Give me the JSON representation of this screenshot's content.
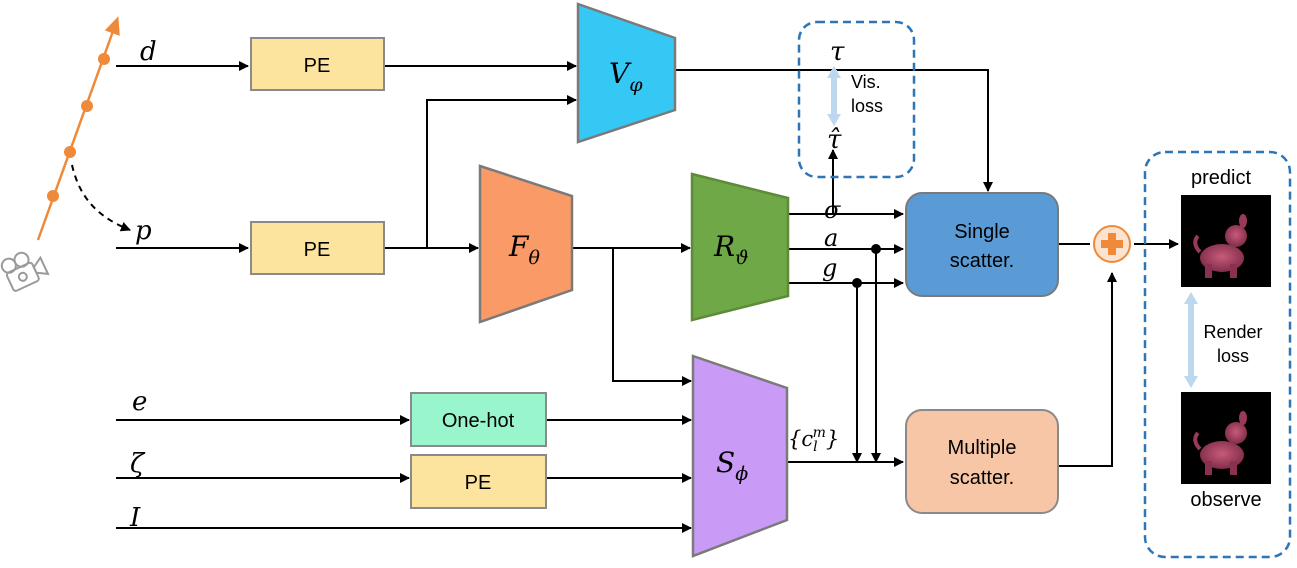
{
  "inputs": {
    "d": "d",
    "p": "p",
    "e": "e",
    "zeta": "ζ",
    "I": "I"
  },
  "blocks": {
    "pe_label": "PE",
    "onehot_label": "One-hot",
    "single_scatter_label_1": "Single",
    "single_scatter_label_2": "scatter.",
    "multiple_scatter_label_1": "Multiple",
    "multiple_scatter_label_2": "scatter."
  },
  "networks": {
    "v": {
      "main": "V",
      "sub": "φ"
    },
    "f": {
      "main": "F",
      "sub": "θ"
    },
    "r": {
      "main": "R",
      "sub": "ϑ"
    },
    "s": {
      "main": "S",
      "sub": "ϕ"
    }
  },
  "signals": {
    "tau": "τ",
    "tau_hat": "τ̂",
    "sigma": "σ",
    "a": "a",
    "g": "g",
    "coeff_open": "{c",
    "coeff_sub": "l",
    "coeff_sup": "m",
    "coeff_close": "}"
  },
  "losses": {
    "vis_1": "Vis.",
    "vis_2": "loss",
    "render_1": "Render",
    "render_2": "loss"
  },
  "outputs": {
    "predict": "predict",
    "observe": "observe"
  },
  "colors": {
    "pe_fill": "#FCE49E",
    "onehot_fill": "#99F5CC",
    "v_fill": "#36C8F4",
    "f_fill": "#FA9A66",
    "r_fill": "#6FA847",
    "s_fill": "#C99AF6",
    "single_fill": "#5B9BD5",
    "multiple_fill": "#F6C6A6",
    "ray_color": "#EE8A3A",
    "dashed_box": "#2E75B6",
    "loss_arrow": "#BDD7EE"
  }
}
